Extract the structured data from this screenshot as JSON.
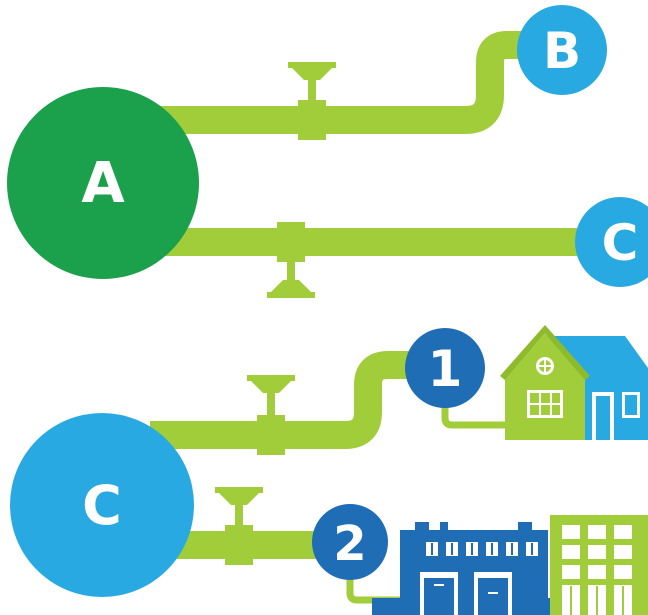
{
  "nodes": {
    "source_a": "A",
    "out_b": "B",
    "out_c": "C",
    "source_c": "C",
    "branch_1": "1",
    "branch_2": "2"
  },
  "colors": {
    "pipe": "#a2cd3a",
    "pipe_dark": "#8dbb2b",
    "node_a": "#1ba14b",
    "node_light_blue": "#29a9e1",
    "node_dark_blue": "#1f6db5",
    "house_green": "#a2cd3a",
    "house_blue": "#29a9e1",
    "building_blue": "#1f6db5"
  },
  "icons": [
    "valve-icon",
    "house-icon",
    "office-building-icon",
    "apartment-building-icon"
  ]
}
